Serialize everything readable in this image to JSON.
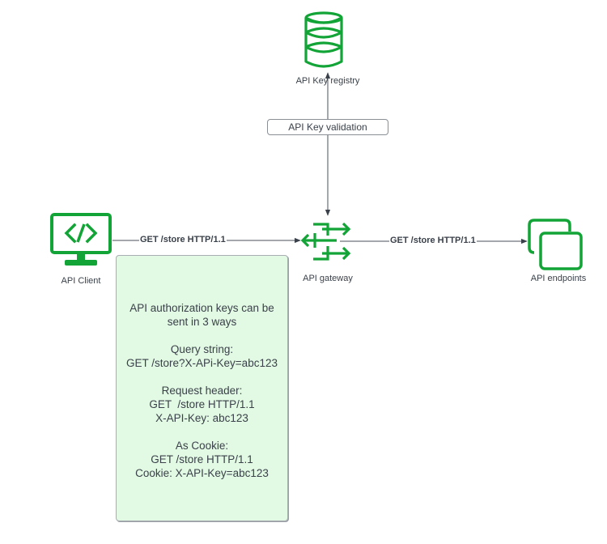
{
  "theme": {
    "icon_color": "#12a436",
    "line_color": "#4a4f57",
    "note_bg": "#e2f9e3"
  },
  "nodes": {
    "registry": {
      "label": "API Key registry",
      "icon": "database-icon"
    },
    "client": {
      "label": "API Client",
      "icon": "code-monitor-icon"
    },
    "gateway": {
      "label": "API gateway",
      "icon": "gateway-icon"
    },
    "endpoints": {
      "label": "API endpoints",
      "icon": "endpoints-icon"
    }
  },
  "validation": {
    "label": "API Key validation"
  },
  "edges": {
    "client_to_gateway": {
      "label": "GET /store HTTP/1.1"
    },
    "gateway_to_endpoints": {
      "label": "GET /store HTTP/1.1"
    }
  },
  "note": {
    "groups": [
      [
        "API authorization keys can be",
        "sent in 3 ways"
      ],
      [
        "Query string:",
        "GET /store?X-APi-Key=abc123"
      ],
      [
        "Request header:",
        "GET  /store HTTP/1.1",
        "X-API-Key: abc123"
      ],
      [
        "As Cookie:",
        "GET /store HTTP/1.1",
        "Cookie: X-API-Key=abc123"
      ]
    ]
  }
}
